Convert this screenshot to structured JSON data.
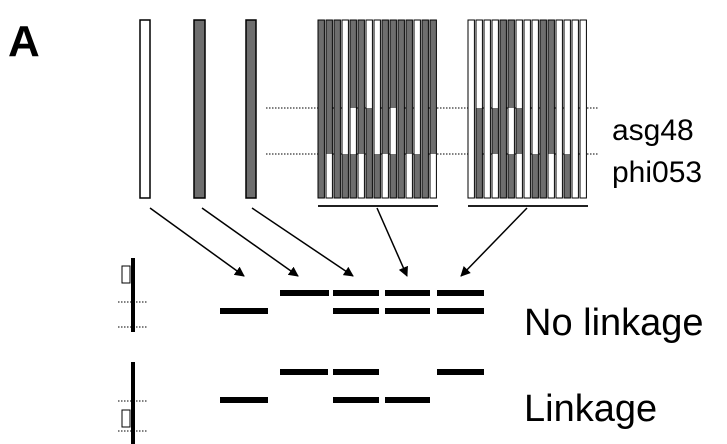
{
  "panel_label": "A",
  "markers": [
    "asg48",
    "phi053"
  ],
  "rows": [
    "No linkage",
    "Linkage"
  ],
  "colors": {
    "dark": "#6e6e6e",
    "light": "#ffffff",
    "stroke": "#000000"
  },
  "ril_patterns": {
    "group1": [
      [
        1,
        1,
        1,
        0,
        1,
        1,
        0,
        0,
        1,
        1,
        1,
        1,
        0,
        1,
        1
      ],
      [
        1,
        1,
        1,
        0,
        0,
        1,
        1,
        0,
        1,
        0,
        1,
        1,
        0,
        1,
        1
      ],
      [
        1,
        0,
        1,
        1,
        1,
        0,
        1,
        1,
        0,
        1,
        1,
        0,
        1,
        1,
        0
      ]
    ],
    "group2": [
      [
        0,
        0,
        0,
        0,
        1,
        1,
        0,
        0,
        0,
        1,
        1,
        0,
        0,
        0,
        0
      ],
      [
        0,
        1,
        0,
        1,
        1,
        0,
        1,
        0,
        0,
        1,
        1,
        0,
        0,
        0,
        0
      ],
      [
        0,
        1,
        0,
        0,
        1,
        1,
        0,
        0,
        1,
        1,
        0,
        0,
        1,
        0,
        0
      ]
    ]
  }
}
